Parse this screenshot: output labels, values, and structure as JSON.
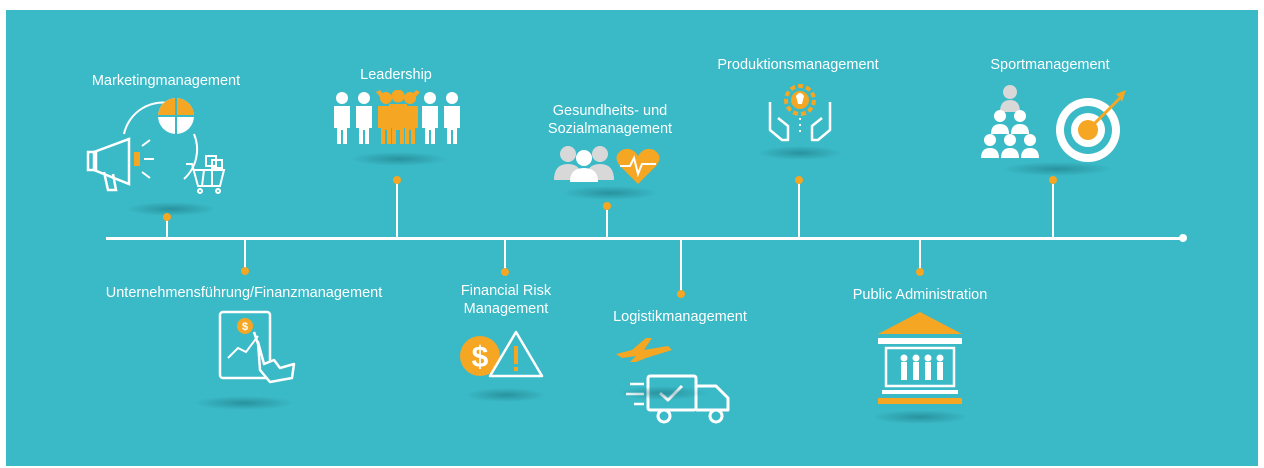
{
  "timeline": {
    "colors": {
      "background": "#3ab9c6",
      "accent": "#f5a623",
      "line": "#ffffff"
    },
    "items": [
      {
        "label_lines": [
          "Marketingmanagement"
        ],
        "icon": "marketing-icon"
      },
      {
        "label_lines": [
          "Unternehmensführung/Finanzmanagement"
        ],
        "icon": "finance-tablet-icon"
      },
      {
        "label_lines": [
          "Leadership"
        ],
        "icon": "team-leader-icon"
      },
      {
        "label_lines": [
          "Financial Risk",
          "Management"
        ],
        "icon": "risk-warning-icon"
      },
      {
        "label_lines": [
          "Gesundheits- und",
          "Sozialmanagement"
        ],
        "icon": "health-social-icon"
      },
      {
        "label_lines": [
          "Logistikmanagement"
        ],
        "icon": "logistics-icon"
      },
      {
        "label_lines": [
          "Produktionsmanagement"
        ],
        "icon": "production-idea-icon"
      },
      {
        "label_lines": [
          "Public Administration"
        ],
        "icon": "public-building-icon"
      },
      {
        "label_lines": [
          "Sportmanagement"
        ],
        "icon": "sport-target-icon"
      }
    ]
  }
}
